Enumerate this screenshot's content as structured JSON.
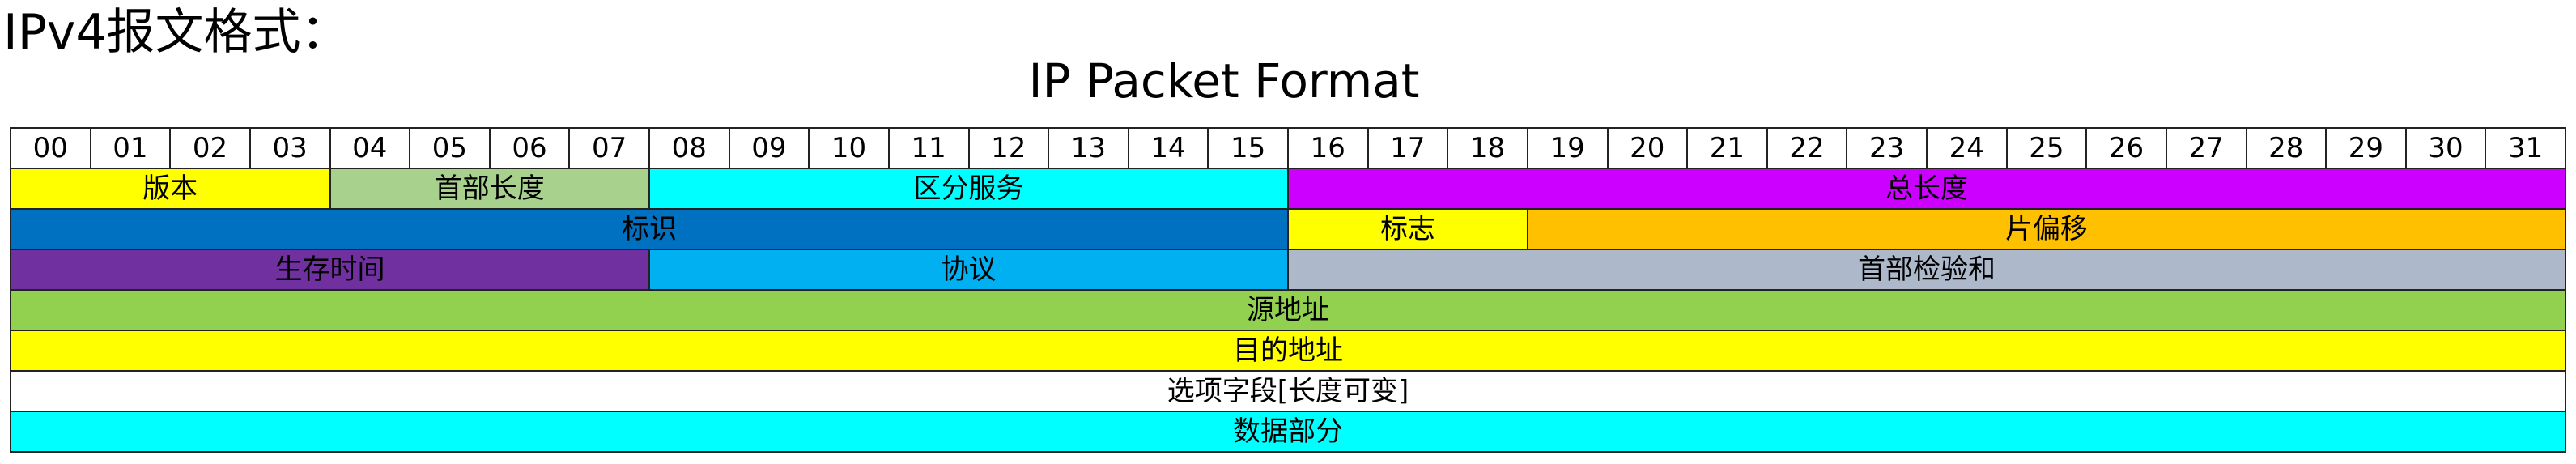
{
  "heading": "IPv4报文格式：",
  "title": "IP Packet Format",
  "bits": [
    "00",
    "01",
    "02",
    "03",
    "04",
    "05",
    "06",
    "07",
    "08",
    "09",
    "10",
    "11",
    "12",
    "13",
    "14",
    "15",
    "16",
    "17",
    "18",
    "19",
    "20",
    "21",
    "22",
    "23",
    "24",
    "25",
    "26",
    "27",
    "28",
    "29",
    "30",
    "31"
  ],
  "rows": [
    [
      {
        "label": "版本",
        "span": 4,
        "color": "#ffff00"
      },
      {
        "label": "首部长度",
        "span": 4,
        "color": "#a9d18e"
      },
      {
        "label": "区分服务",
        "span": 8,
        "color": "#00ffff"
      },
      {
        "label": "总长度",
        "span": 16,
        "color": "#cc00ff"
      }
    ],
    [
      {
        "label": "标识",
        "span": 16,
        "color": "#0070c0"
      },
      {
        "label": "标志",
        "span": 3,
        "color": "#ffff00"
      },
      {
        "label": "片偏移",
        "span": 13,
        "color": "#ffc000"
      }
    ],
    [
      {
        "label": "生存时间",
        "span": 8,
        "color": "#7030a0"
      },
      {
        "label": "协议",
        "span": 8,
        "color": "#00b0f0"
      },
      {
        "label": "首部检验和",
        "span": 16,
        "color": "#adb9ca"
      }
    ],
    [
      {
        "label": "源地址",
        "span": 32,
        "color": "#92d050"
      }
    ],
    [
      {
        "label": "目的地址",
        "span": 32,
        "color": "#ffff00"
      }
    ],
    [
      {
        "label": "选项字段[长度可变]",
        "span": 32,
        "color": "#ffffff"
      }
    ],
    [
      {
        "label": "数据部分",
        "span": 32,
        "color": "#00ffff"
      }
    ]
  ]
}
